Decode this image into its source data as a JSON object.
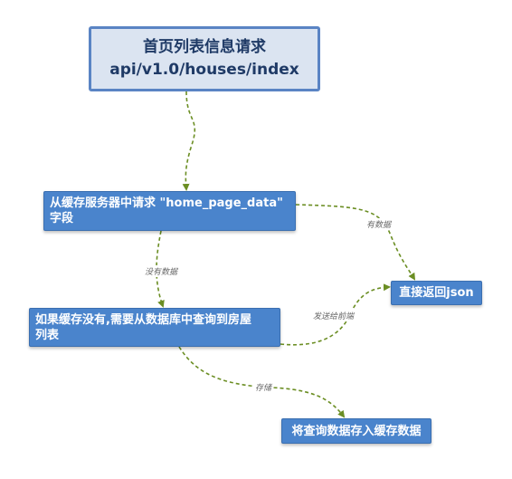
{
  "nodes": {
    "title": {
      "line1": "首页列表信息请求",
      "line2": "api/v1.0/houses/index"
    },
    "cache_request": {
      "line1": "从缓存服务器中请求 \"home_page_data\"",
      "line2": "字段"
    },
    "db_query": {
      "line1": "如果缓存没有,需要从数据库中查询到房屋",
      "line2": "列表"
    },
    "direct_return": "直接返回json",
    "store_cache": "将查询数据存入缓存数据"
  },
  "edges": {
    "has_data": "有数据",
    "no_data": "没有数据",
    "send_to_frontend": "发送给前端",
    "store": "存储"
  },
  "colors": {
    "node_fill": "#4a84cc",
    "title_fill": "#dbe4f1",
    "title_border": "#5a84c4",
    "edge": "#6b8e23"
  }
}
